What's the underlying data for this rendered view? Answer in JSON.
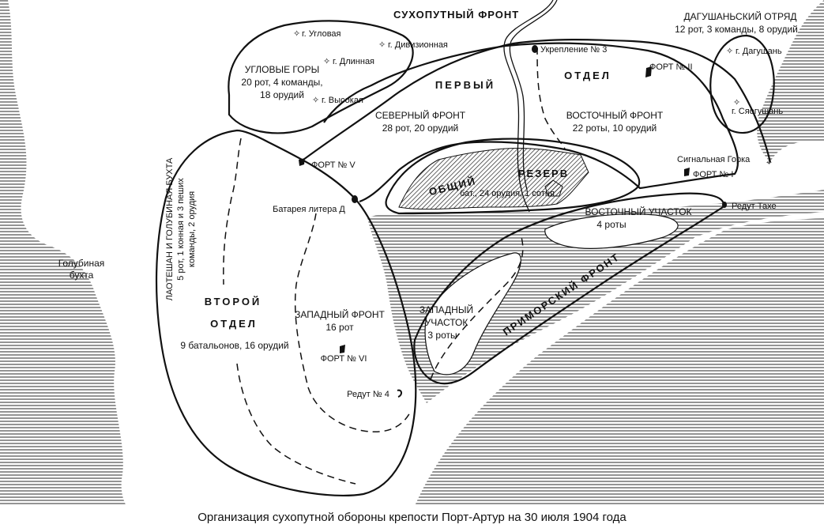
{
  "title": "Организация сухопутной обороны крепости Порт-Артур на 30 июля 1904 года",
  "colors": {
    "ink": "#111111",
    "water_hatch": "#5a5a5a",
    "paper": "#ffffff"
  },
  "fronts": {
    "land": "СУХОПУТНЫЙ ФРОНТ",
    "primorsky": "ПРИМОРСКИЙ ФРОНТ"
  },
  "first_department": {
    "word1": "ПЕРВЫЙ",
    "word2": "ОТДЕЛ"
  },
  "second_department": {
    "word1": "ВТОРОЙ",
    "word2": "ОТДЕЛ",
    "forces": "9 батальонов, 16 орудий"
  },
  "reserve": {
    "word1": "ОБЩИЙ",
    "word2": "РЕЗЕРВ",
    "forces": "бат., 24 орудия, 1 сотня"
  },
  "dagushan": {
    "title": "ДАГУШАНЬСКИЙ ОТРЯД",
    "forces": "12 рот, 3 команды, 8 орудий"
  },
  "uglovye": {
    "title": "УГЛОВЫЕ ГОРЫ",
    "line1": "20 рот, 4 команды,",
    "line2": "18 орудий"
  },
  "northern_front": {
    "title": "СЕВЕРНЫЙ ФРОНТ",
    "forces": "28 рот, 20 орудий"
  },
  "eastern_front": {
    "title": "ВОСТОЧНЫЙ ФРОНТ",
    "forces": "22 роты, 10 орудий"
  },
  "western_front": {
    "title": "ЗАПАДНЫЙ ФРОНТ",
    "forces": "16 рот"
  },
  "eastern_sector": {
    "title": "ВОСТОЧНЫЙ УЧАСТОК",
    "forces": "4 роты"
  },
  "western_sector": {
    "line1": "ЗАПАДНЫЙ",
    "line2": "УЧАСТОК",
    "forces": "3 роты"
  },
  "laoteshan": {
    "line1": "ЛАОТЕШАН И ГОЛУБИНАЯ БУХТА",
    "line2": "5 рот, 1 конная и 3 пеших",
    "line3": "команды, 2 орудия"
  },
  "bay": {
    "line1": "Голубиная",
    "line2": "бухта"
  },
  "heights": {
    "uglovaya": "г. Угловая",
    "divizionnaya": "г. Дивизионная",
    "dlinnaya": "г. Длинная",
    "vysokaya": "г. Высокая",
    "dagushan": "г. Дагушань",
    "syaogushan": "г. Сяогушань"
  },
  "fortifications": {
    "ukreplenie3": "Укрепление № 3",
    "fort2": "ФОРТ № II",
    "fort1": "ФОРТ № I",
    "fort5": "ФОРТ № V",
    "fort6": "ФОРТ № VI",
    "signal_hill": "Сигнальная Горка",
    "battery_d": "Батарея литера Д",
    "redoubt4": "Редут № 4",
    "redoubt_tahe": "Редут Тахе"
  }
}
